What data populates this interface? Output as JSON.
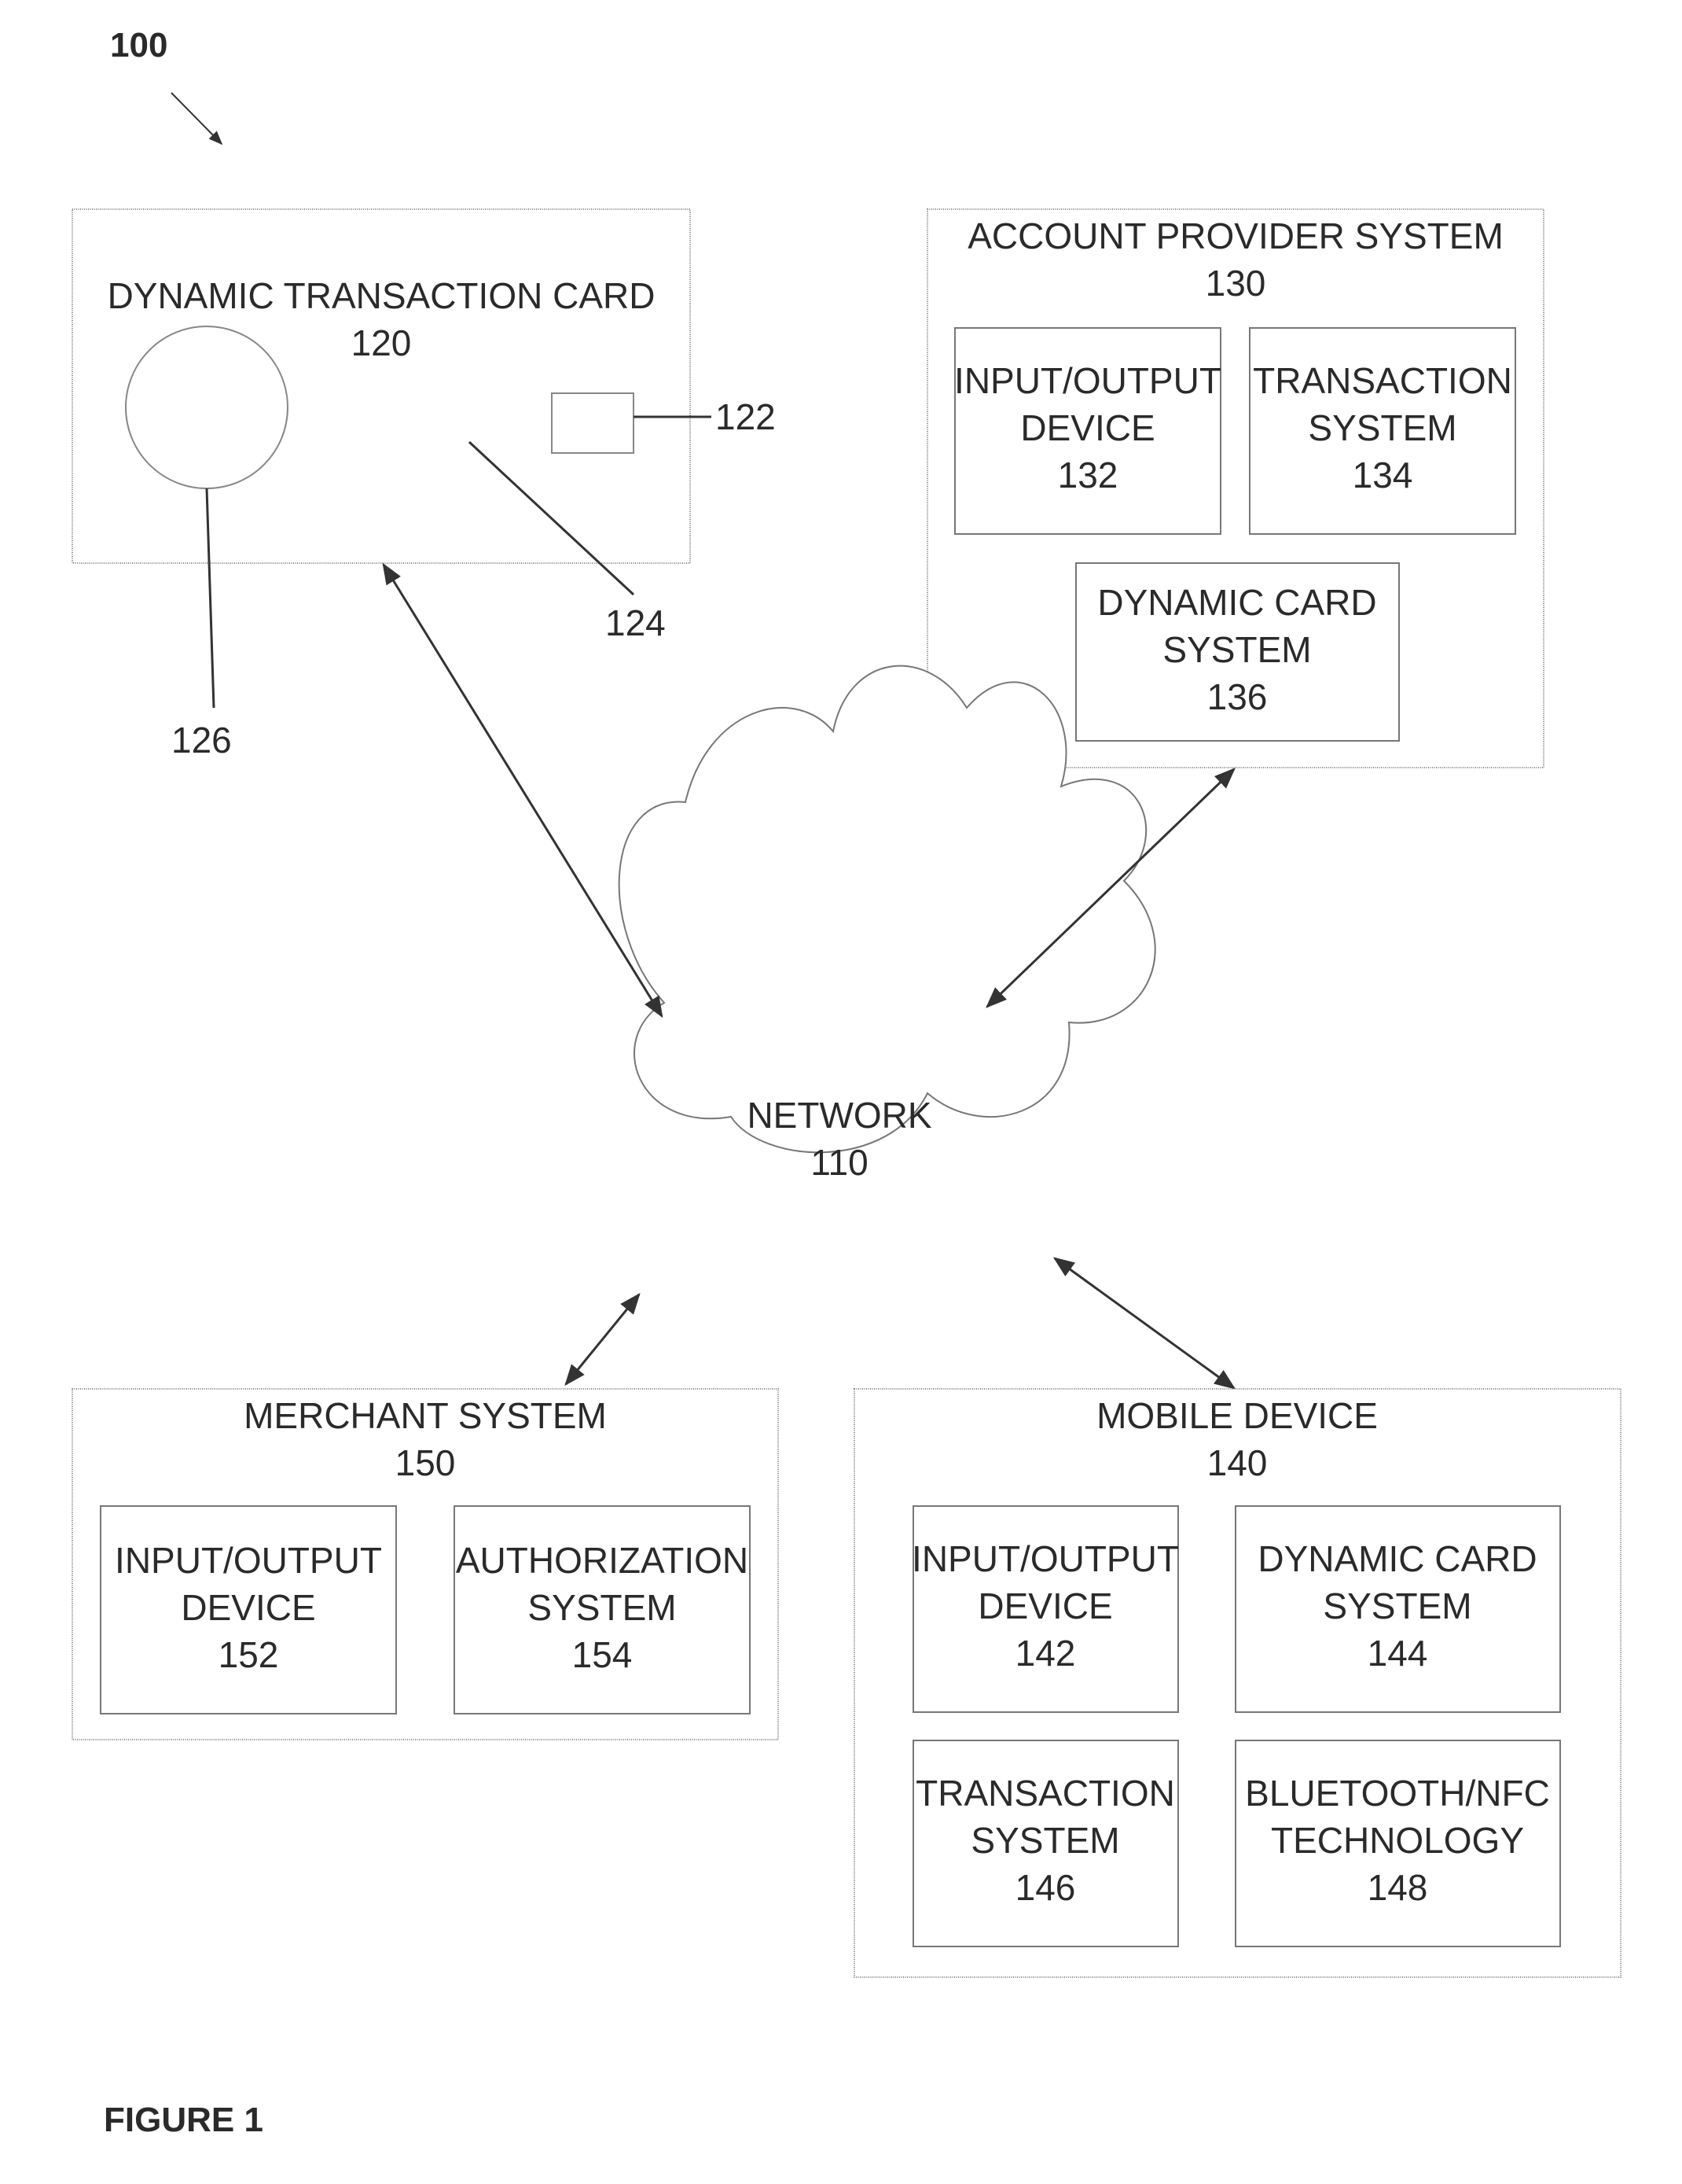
{
  "figure_ref": "100",
  "figure_caption": "FIGURE 1",
  "card": {
    "title": "DYNAMIC TRANSACTION CARD",
    "number": "120",
    "chip_ref": "122",
    "stripe_ref": "124",
    "circle_ref": "126"
  },
  "account_provider": {
    "title": "ACCOUNT PROVIDER SYSTEM",
    "number": "130",
    "io": {
      "l1": "INPUT/OUTPUT",
      "l2": "DEVICE",
      "n": "132"
    },
    "transaction": {
      "l1": "TRANSACTION",
      "l2": "SYSTEM",
      "n": "134"
    },
    "dynamic_card": {
      "l1": "DYNAMIC CARD",
      "l2": "SYSTEM",
      "n": "136"
    }
  },
  "network": {
    "title": "NETWORK",
    "number": "110"
  },
  "merchant": {
    "title": "MERCHANT SYSTEM",
    "number": "150",
    "io": {
      "l1": "INPUT/OUTPUT",
      "l2": "DEVICE",
      "n": "152"
    },
    "auth": {
      "l1": "AUTHORIZATION",
      "l2": "SYSTEM",
      "n": "154"
    }
  },
  "mobile": {
    "title": "MOBILE DEVICE",
    "number": "140",
    "io": {
      "l1": "INPUT/OUTPUT",
      "l2": "DEVICE",
      "n": "142"
    },
    "dynamic_card": {
      "l1": "DYNAMIC CARD",
      "l2": "SYSTEM",
      "n": "144"
    },
    "transaction": {
      "l1": "TRANSACTION",
      "l2": "SYSTEM",
      "n": "146"
    },
    "bluetooth": {
      "l1": "BLUETOOTH/NFC",
      "l2": "TECHNOLOGY",
      "n": "148"
    }
  }
}
